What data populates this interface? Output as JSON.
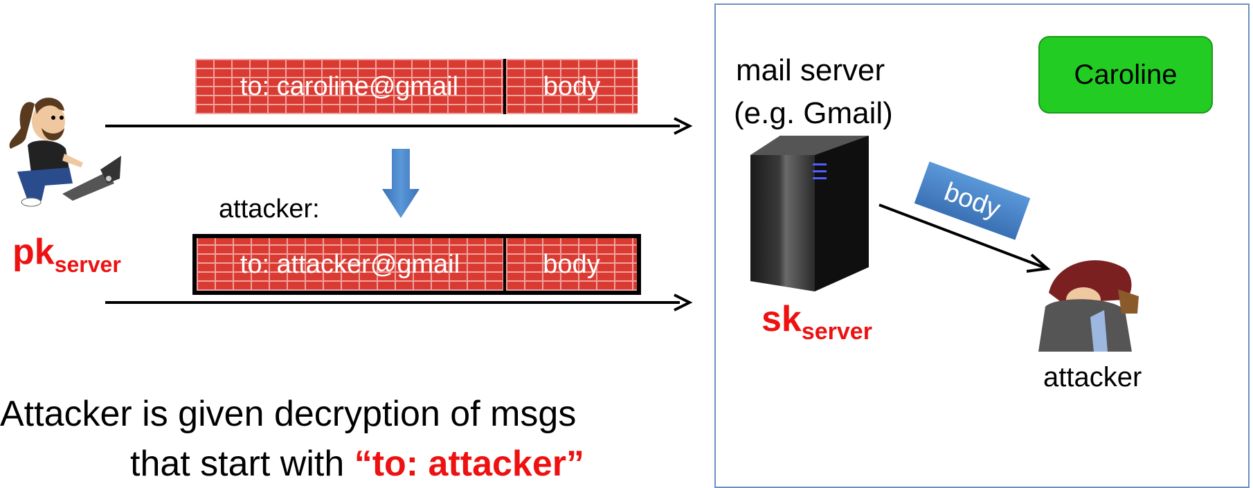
{
  "msg1": {
    "to": "to: caroline@gmail",
    "body": "body"
  },
  "attacker_prefix": "attacker:",
  "msg2": {
    "to": "to: attacker@gmail",
    "body": "body"
  },
  "pk": {
    "main": "pk",
    "sub": "server"
  },
  "sk": {
    "main": "sk",
    "sub": "server"
  },
  "server_label": {
    "line1": "mail server",
    "line2": "(e.g. Gmail)"
  },
  "recipient_label": "Caroline",
  "forwarded_body": "body",
  "attacker_label": "attacker",
  "caption": {
    "line1": "Attacker is given decryption of msgs",
    "line2_prefix": "that start with ",
    "line2_highlight": "“to: attacker”"
  },
  "colors": {
    "brick": "#d93b32",
    "mortar": "#f1a3a0",
    "highlight": "#ee1111",
    "caroline_box": "#22cc22",
    "blue_arrow": "#4a86c8",
    "panel_border": "#6b8fc4"
  }
}
